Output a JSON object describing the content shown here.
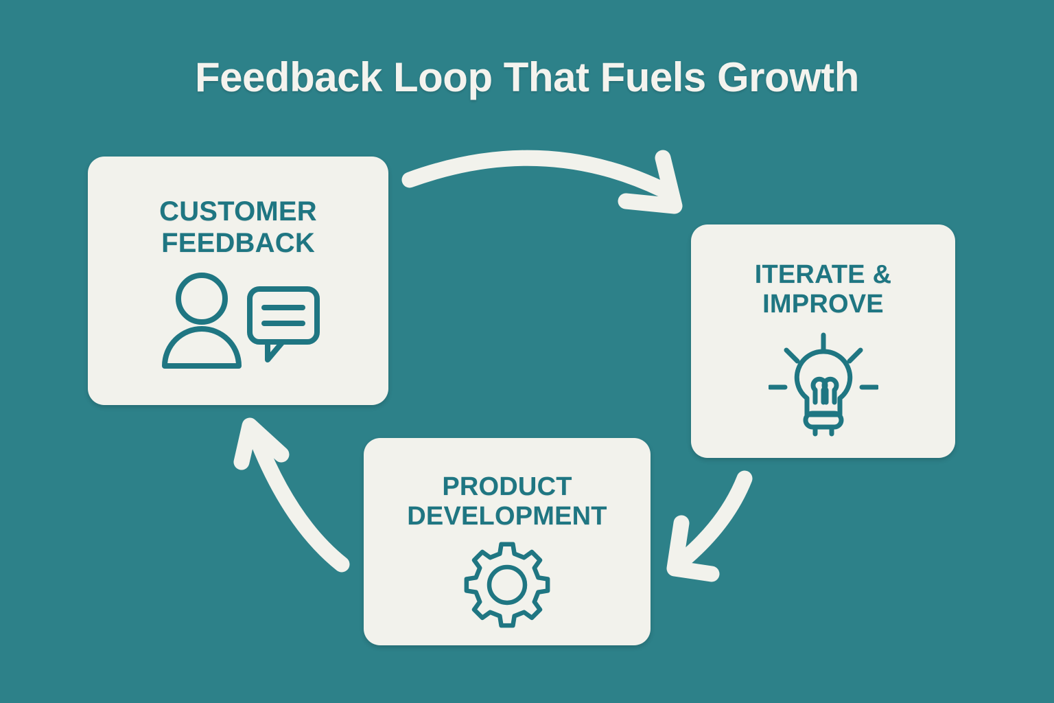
{
  "page": {
    "title": "Feedback Loop That Fuels Growth",
    "background_color": "#2d8189",
    "card_background_color": "#f2f2ec",
    "accent_text_color": "#1f7682",
    "title_color": "#f4f3ee",
    "arrow_color": "#f2f2ec"
  },
  "cards": [
    {
      "id": "customer-feedback",
      "label_line1": "CUSTOMER",
      "label_line2": "FEEDBACK",
      "icon": "person-speech-bubble-icon"
    },
    {
      "id": "iterate-improve",
      "label_line1": "ITERATE &",
      "label_line2": "IMPROVE",
      "icon": "lightbulb-icon"
    },
    {
      "id": "product-development",
      "label_line1": "PRODUCT",
      "label_line2": "DEVELOPMENT",
      "icon": "gear-icon"
    }
  ],
  "arrows": [
    {
      "id": "arrow-feedback-to-iterate",
      "from": "customer-feedback",
      "to": "iterate-improve",
      "direction": "right"
    },
    {
      "id": "arrow-iterate-to-product",
      "from": "iterate-improve",
      "to": "product-development",
      "direction": "down-left"
    },
    {
      "id": "arrow-product-to-feedback",
      "from": "product-development",
      "to": "customer-feedback",
      "direction": "up-left"
    }
  ]
}
